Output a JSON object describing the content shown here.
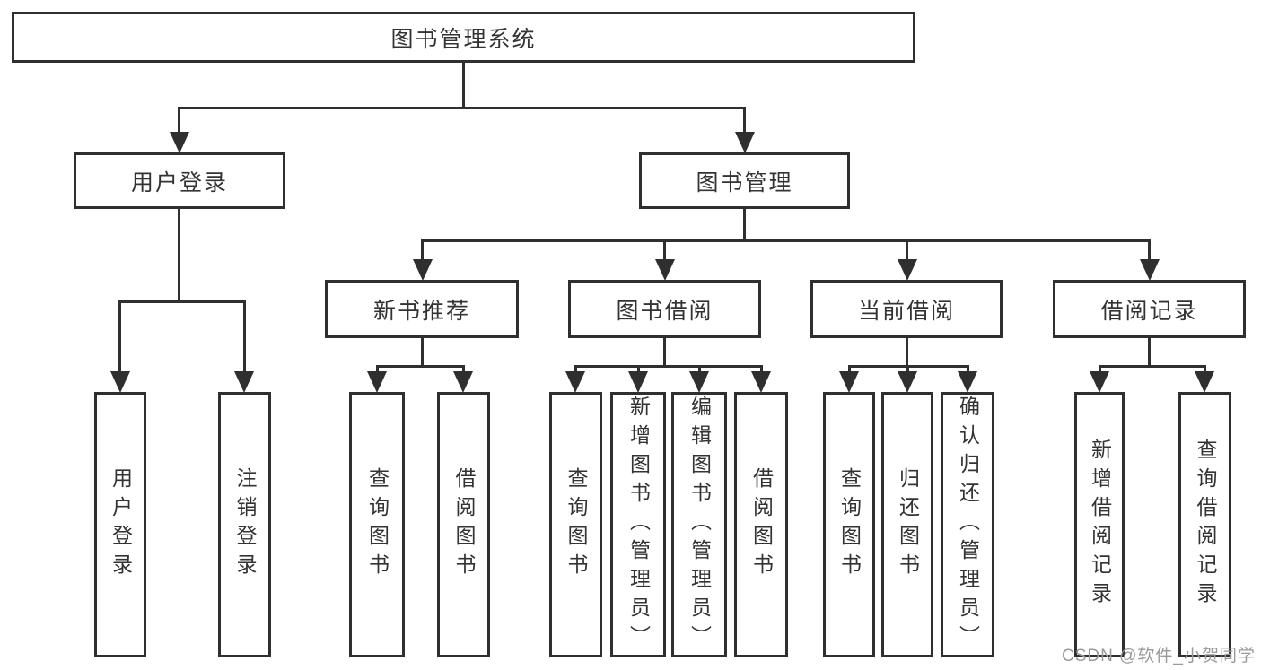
{
  "diagram": {
    "root": {
      "label": "图书管理系统"
    },
    "branches": [
      {
        "label": "用户登录",
        "children": [
          {
            "label": "用户登录"
          },
          {
            "label": "注销登录"
          }
        ]
      },
      {
        "label": "图书管理",
        "children": [
          {
            "label": "新书推荐",
            "children": [
              {
                "label": "查询图书"
              },
              {
                "label": "借阅图书"
              }
            ]
          },
          {
            "label": "图书借阅",
            "children": [
              {
                "label": "查询图书"
              },
              {
                "label": "新增图书（管理员）"
              },
              {
                "label": "编辑图书（管理员）"
              },
              {
                "label": "借阅图书"
              }
            ]
          },
          {
            "label": "当前借阅",
            "children": [
              {
                "label": "查询图书"
              },
              {
                "label": "归还图书"
              },
              {
                "label": "确认归还（管理员）"
              }
            ]
          },
          {
            "label": "借阅记录",
            "children": [
              {
                "label": "新增借阅记录"
              },
              {
                "label": "查询借阅记录"
              }
            ]
          }
        ]
      }
    ]
  },
  "watermark": {
    "text": "CSDN @软件_小贺同学"
  },
  "colors": {
    "line": "#2f2f2f",
    "text": "#333333",
    "watermark": "#9a9a9a"
  }
}
